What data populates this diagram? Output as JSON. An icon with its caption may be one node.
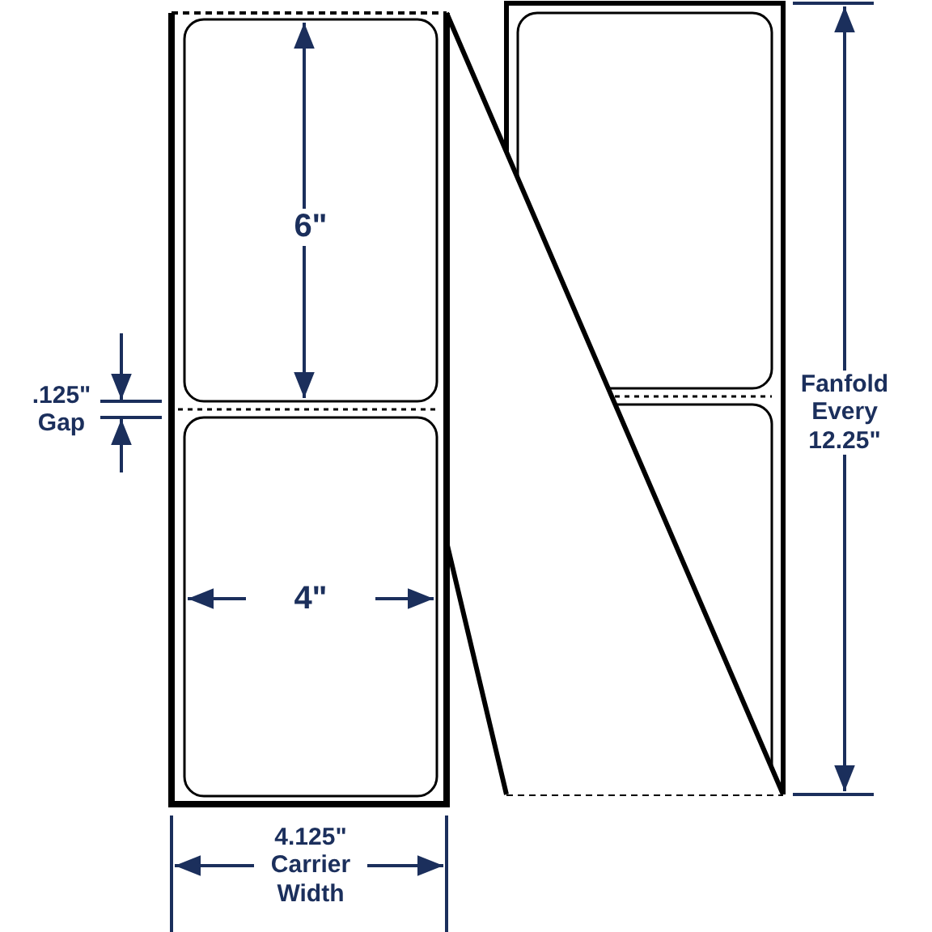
{
  "diagram": {
    "labels": [
      "6\"",
      ".125\" Gap",
      "4\"",
      "Fanfold Every 12.25\"",
      "4.125\" Carrier Width"
    ]
  }
}
